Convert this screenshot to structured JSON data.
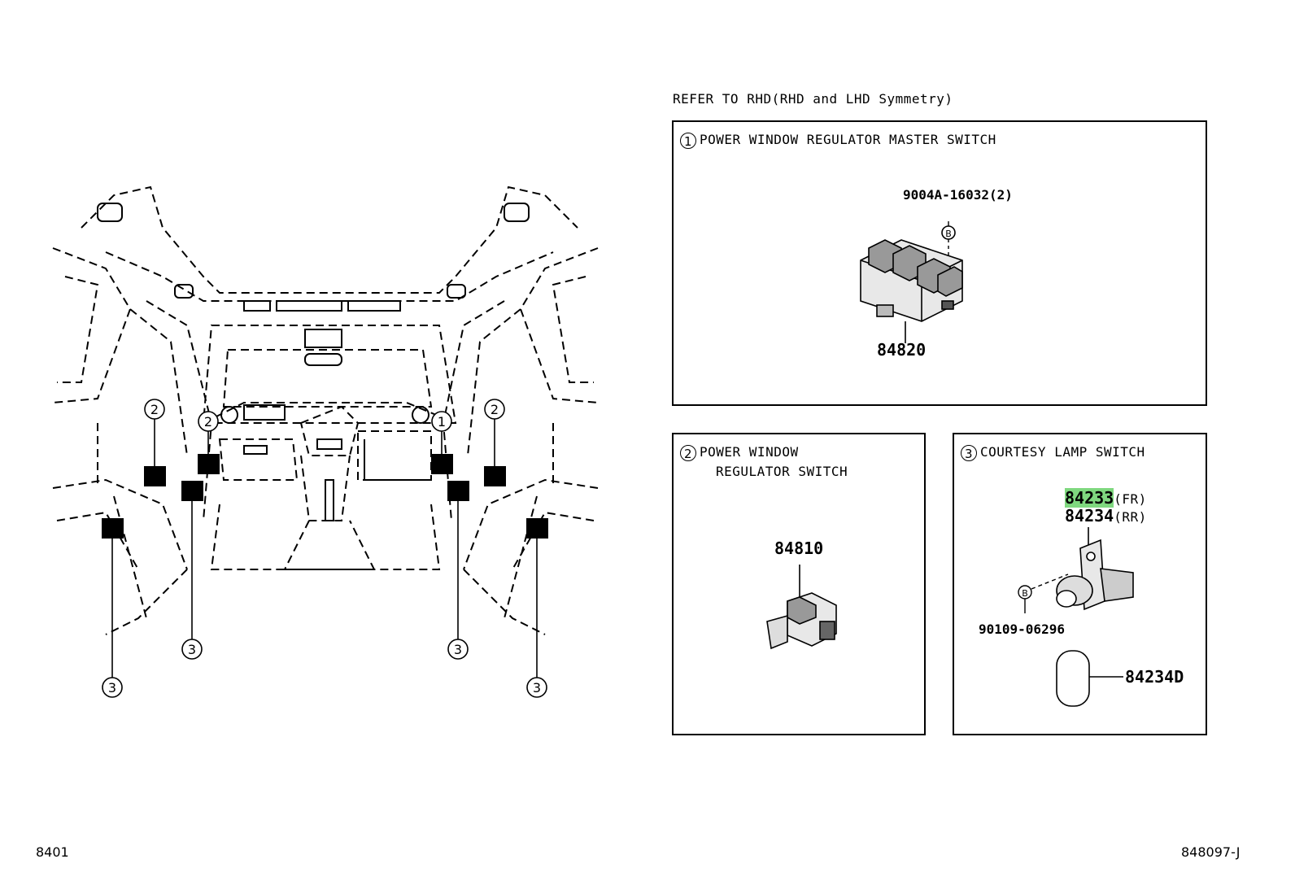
{
  "header_note": "REFER TO RHD(RHD and LHD Symmetry)",
  "callout_marks": {
    "one": "1",
    "two": "2",
    "three": "3",
    "bolt": "B"
  },
  "panel1": {
    "number": "1",
    "title": "POWER WINDOW REGULATOR MASTER SWITCH",
    "bolt_part": "9004A-16032(2)",
    "switch_part": "84820"
  },
  "panel2": {
    "number": "2",
    "title_line1": "POWER WINDOW",
    "title_line2": "REGULATOR SWITCH",
    "switch_part": "84810"
  },
  "panel3": {
    "number": "3",
    "title": "COURTESY LAMP SWITCH",
    "part_fr": "84233",
    "part_fr_suffix": "(FR)",
    "part_rr": "84234",
    "part_rr_suffix": "(RR)",
    "screw_part": "90109-06296",
    "cap_part": "84234D"
  },
  "footer": {
    "left": "8401",
    "right": "848097-J"
  },
  "colors": {
    "highlight": "#7fd87f",
    "line": "#000000"
  }
}
